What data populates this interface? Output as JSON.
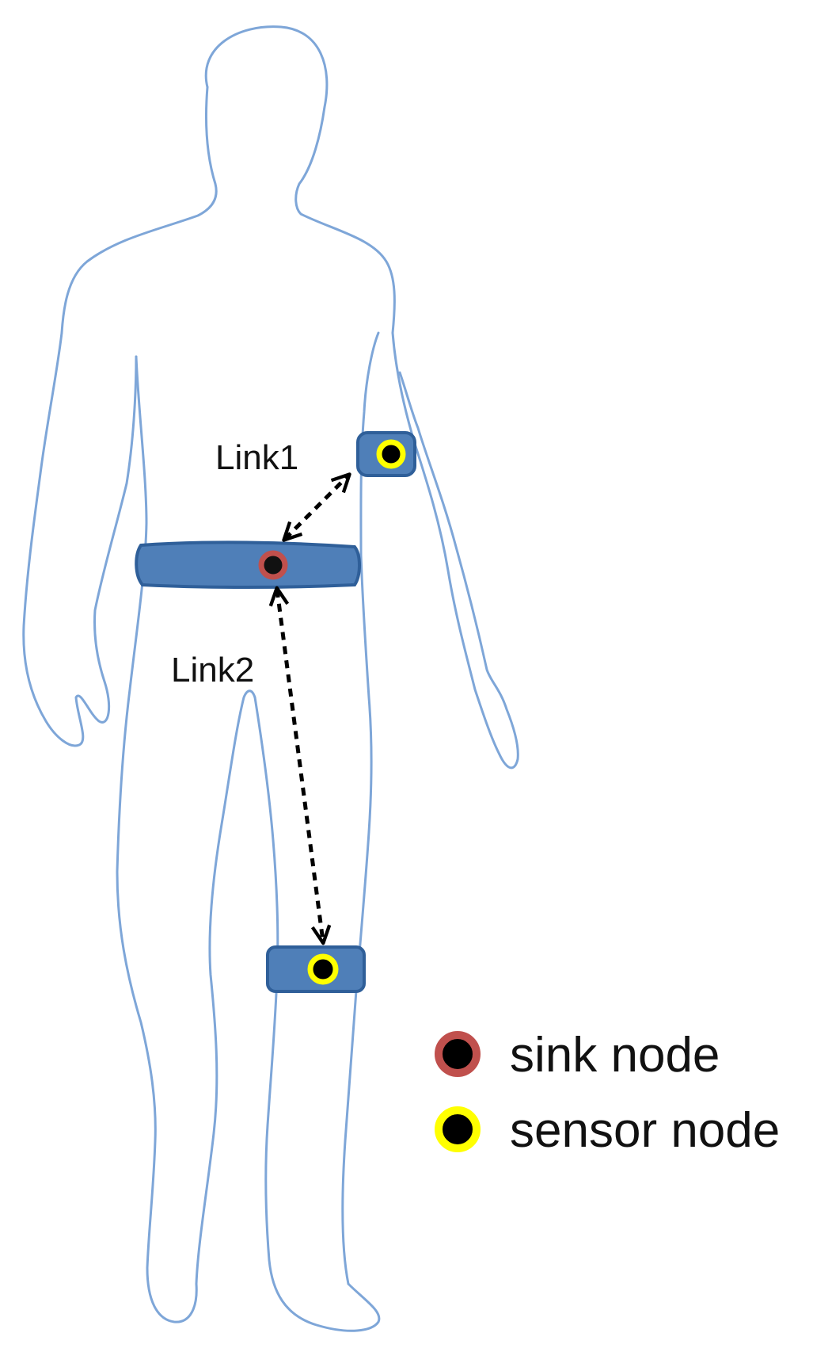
{
  "links": [
    {
      "label": "Link1"
    },
    {
      "label": "Link2"
    }
  ],
  "legend": [
    {
      "label": "sink node",
      "ring_color": "#c0504d",
      "dot_color": "#000000"
    },
    {
      "label": "sensor node",
      "ring_color": "#ffff00",
      "dot_color": "#000000"
    }
  ],
  "colors": {
    "body_outline": "#7ea6d8",
    "strap_fill": "#4f7fb8",
    "strap_edge": "#2f5f99",
    "arrow": "#000000"
  }
}
